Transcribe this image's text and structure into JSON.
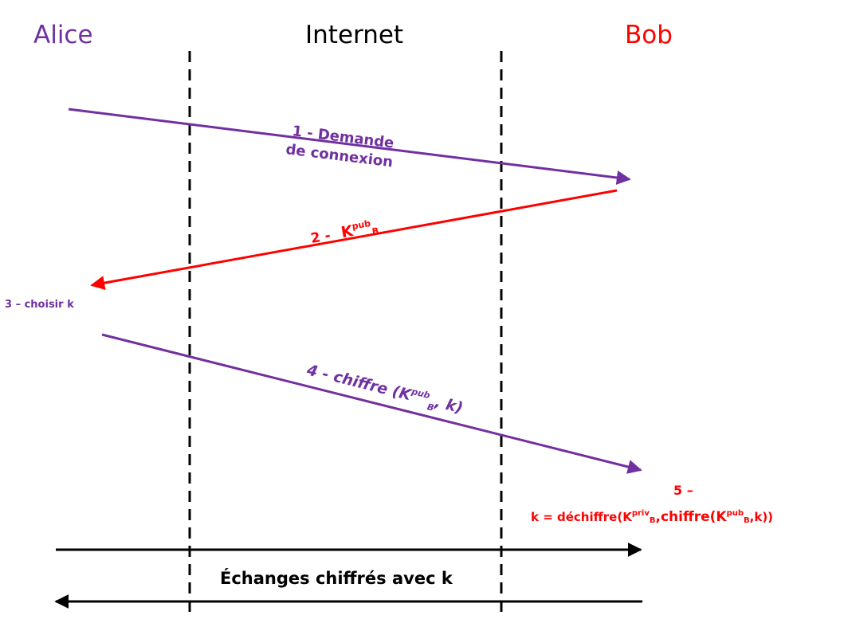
{
  "actors": {
    "alice": "Alice",
    "internet": "Internet",
    "bob": "Bob"
  },
  "steps": {
    "s1_line1": "1 - Demande",
    "s1_line2": "de connexion",
    "s2_prefix": "2 -",
    "s2_key": "K",
    "s2_sup": "pub",
    "s2_sub": "B",
    "s3": "3 – choisir k",
    "s4_prefix": "4 - chiffre (K",
    "s4_sup": "pub",
    "s4_sub": "B",
    "s4_suffix": ", k)",
    "s5_number": "5 –",
    "s5_eq": "k = déchiffre(K",
    "s5_sup1": "priv",
    "s5_sub1": "B",
    "s5_mid": ",chiffre(K",
    "s5_sup2": "pub",
    "s5_sub2": "B",
    "s5_end": ",k))"
  },
  "exchange": {
    "label": "Échanges chiffrés avec k"
  },
  "colors": {
    "alice": "#7030a0",
    "bob": "#ff0000",
    "internet": "#000000"
  }
}
